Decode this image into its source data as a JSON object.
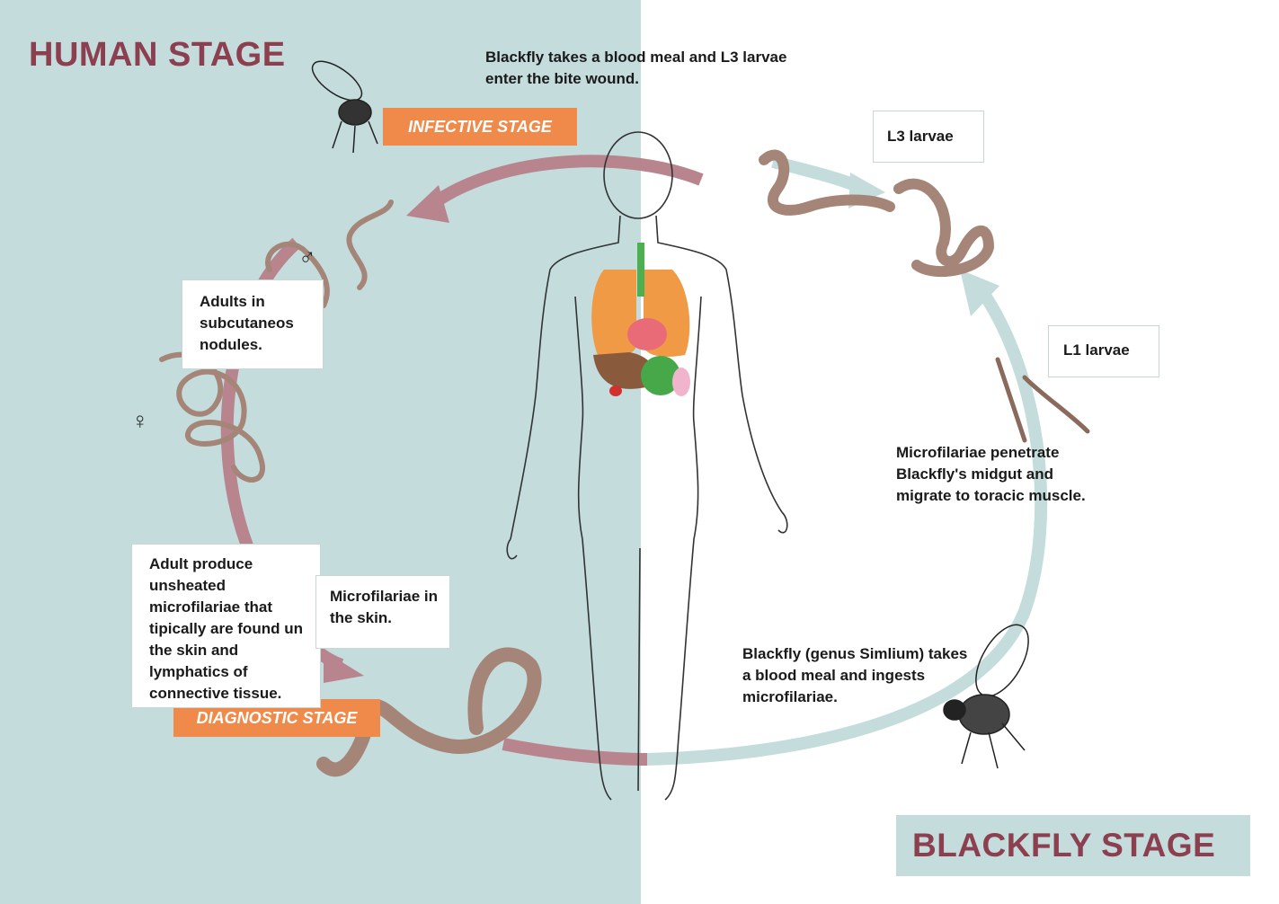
{
  "titles": {
    "human_stage": "HUMAN STAGE",
    "blackfly_stage": "BLACKFLY STAGE"
  },
  "tags": {
    "infective": "INFECTIVE STAGE",
    "diagnostic": "DIAGNOSTIC STAGE"
  },
  "labels": {
    "top_caption": "Blackfly takes a blood meal and L3 larvae enter the bite wound.",
    "l3_larvae": "L3 larvae",
    "l1_larvae": "L1 larvae",
    "adults_nodules": "Adults in subcutaneos nodules.",
    "microfilariae_skin": "Microfilariae in the skin.",
    "adult_produce": "Adult produce unsheated microfilariae that tipically are found un the skin and lymphatics of connective tissue.",
    "midgut": "Microfilariae penetrate Blackfly's midgut and migrate to toracic muscle.",
    "blackfly_meal": "Blackfly (genus Simlium) takes a blood meal and ingests microfilariae."
  },
  "symbols": {
    "male": "♂",
    "female": "♀"
  },
  "colors": {
    "human_bg": "#c4dcdc",
    "stage_title": "#8c3f4f",
    "tag": "#f08a4b",
    "arrow_human": "#b8858e",
    "arrow_blackfly": "#c4dcdc",
    "worm": "#a58578"
  }
}
